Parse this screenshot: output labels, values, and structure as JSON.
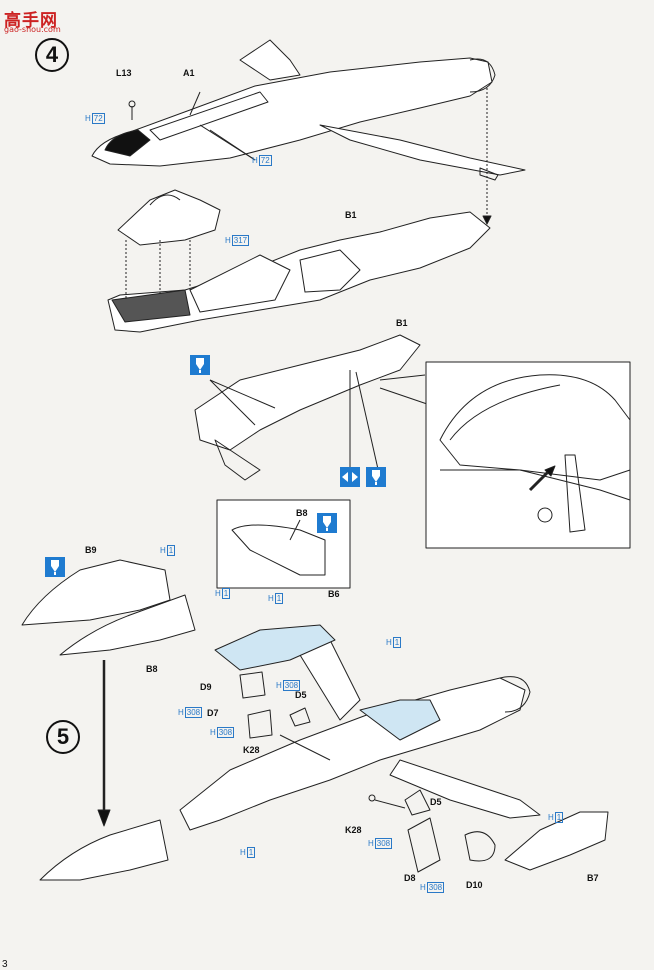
{
  "watermark": {
    "title": "高手网",
    "url": "gao-shou.com"
  },
  "steps": [
    "4",
    "5"
  ],
  "labels": {
    "l13": "L13",
    "a1": "A1",
    "b1a": "B1",
    "b1b": "B1",
    "b8a": "B8",
    "b9": "B9",
    "b8b": "B8",
    "b6": "B6",
    "d9": "D9",
    "d7": "D7",
    "d5a": "D5",
    "k28a": "K28",
    "d5b": "D5",
    "k28b": "K28",
    "d8": "D8",
    "d10": "D10",
    "b7": "B7"
  },
  "refs": {
    "r1": {
      "p": "H",
      "n": "72"
    },
    "r2": {
      "p": "H",
      "n": "72"
    },
    "r3": {
      "p": "H",
      "n": "317"
    },
    "r4": {
      "p": "H",
      "n": "1"
    },
    "r5": {
      "p": "H",
      "n": "1"
    },
    "r6": {
      "p": "H",
      "n": "1"
    },
    "r7": {
      "p": "H",
      "n": "1"
    },
    "r8": {
      "p": "H",
      "n": "308"
    },
    "r9": {
      "p": "H",
      "n": "308"
    },
    "r10": {
      "p": "H",
      "n": "308"
    },
    "r11": {
      "p": "H",
      "n": "1"
    },
    "r12": {
      "p": "H",
      "n": "308"
    },
    "r13": {
      "p": "H",
      "n": "308"
    },
    "r14": {
      "p": "H",
      "n": "1"
    }
  },
  "page_number": "3",
  "colors": {
    "accent": "#1f7bd0",
    "ref": "#2a79c7",
    "light_part": "#cfe6f3",
    "watermark": "#cc2222"
  },
  "icons": [
    "glue-icon",
    "glue-icon",
    "glue-icon",
    "open-close-icon",
    "glue-icon"
  ]
}
